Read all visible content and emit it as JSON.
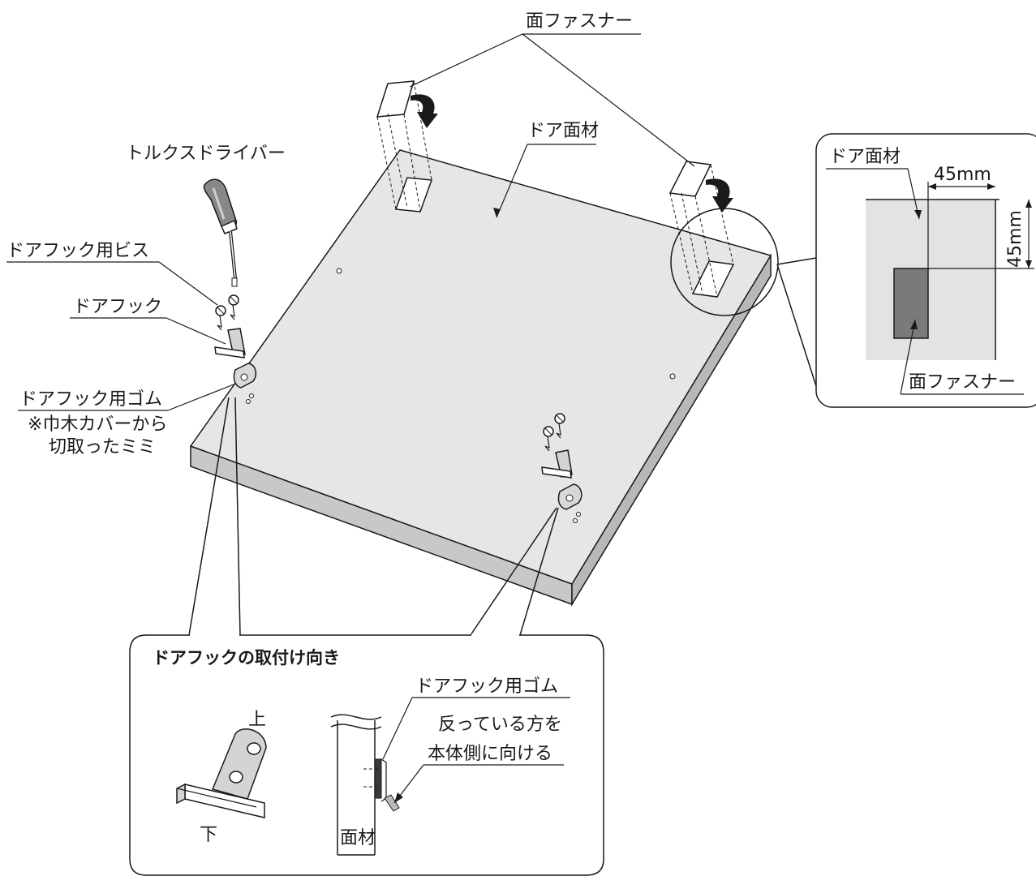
{
  "labels": {
    "surface_fastener_top": "面ファスナー",
    "door_panel": "ドア面材",
    "torx_driver": "トルクスドライバー",
    "door_hook_screw": "ドアフック用ビス",
    "door_hook": "ドアフック",
    "door_hook_rubber": "ドアフック用ゴム",
    "note_line1": "※巾木カバーから",
    "note_line2": "切取ったミミ"
  },
  "detail_box": {
    "door_panel": "ドア面材",
    "dim_horizontal": "45mm",
    "dim_vertical": "45mm",
    "surface_fastener": "面ファスナー"
  },
  "orientation_box": {
    "title": "ドアフックの取付け向き",
    "top": "上",
    "bottom": "下",
    "rubber": "ドアフック用ゴム",
    "instruction_line1": "反っている方を",
    "instruction_line2": "本体側に向ける",
    "panel": "面材"
  },
  "colors": {
    "panel_top": "#e6e6e6",
    "panel_edge": "#c8c8c8",
    "fastener_dark": "#7a7a7a",
    "detail_bg": "#e3e3e3",
    "line": "#1a1a1a"
  }
}
